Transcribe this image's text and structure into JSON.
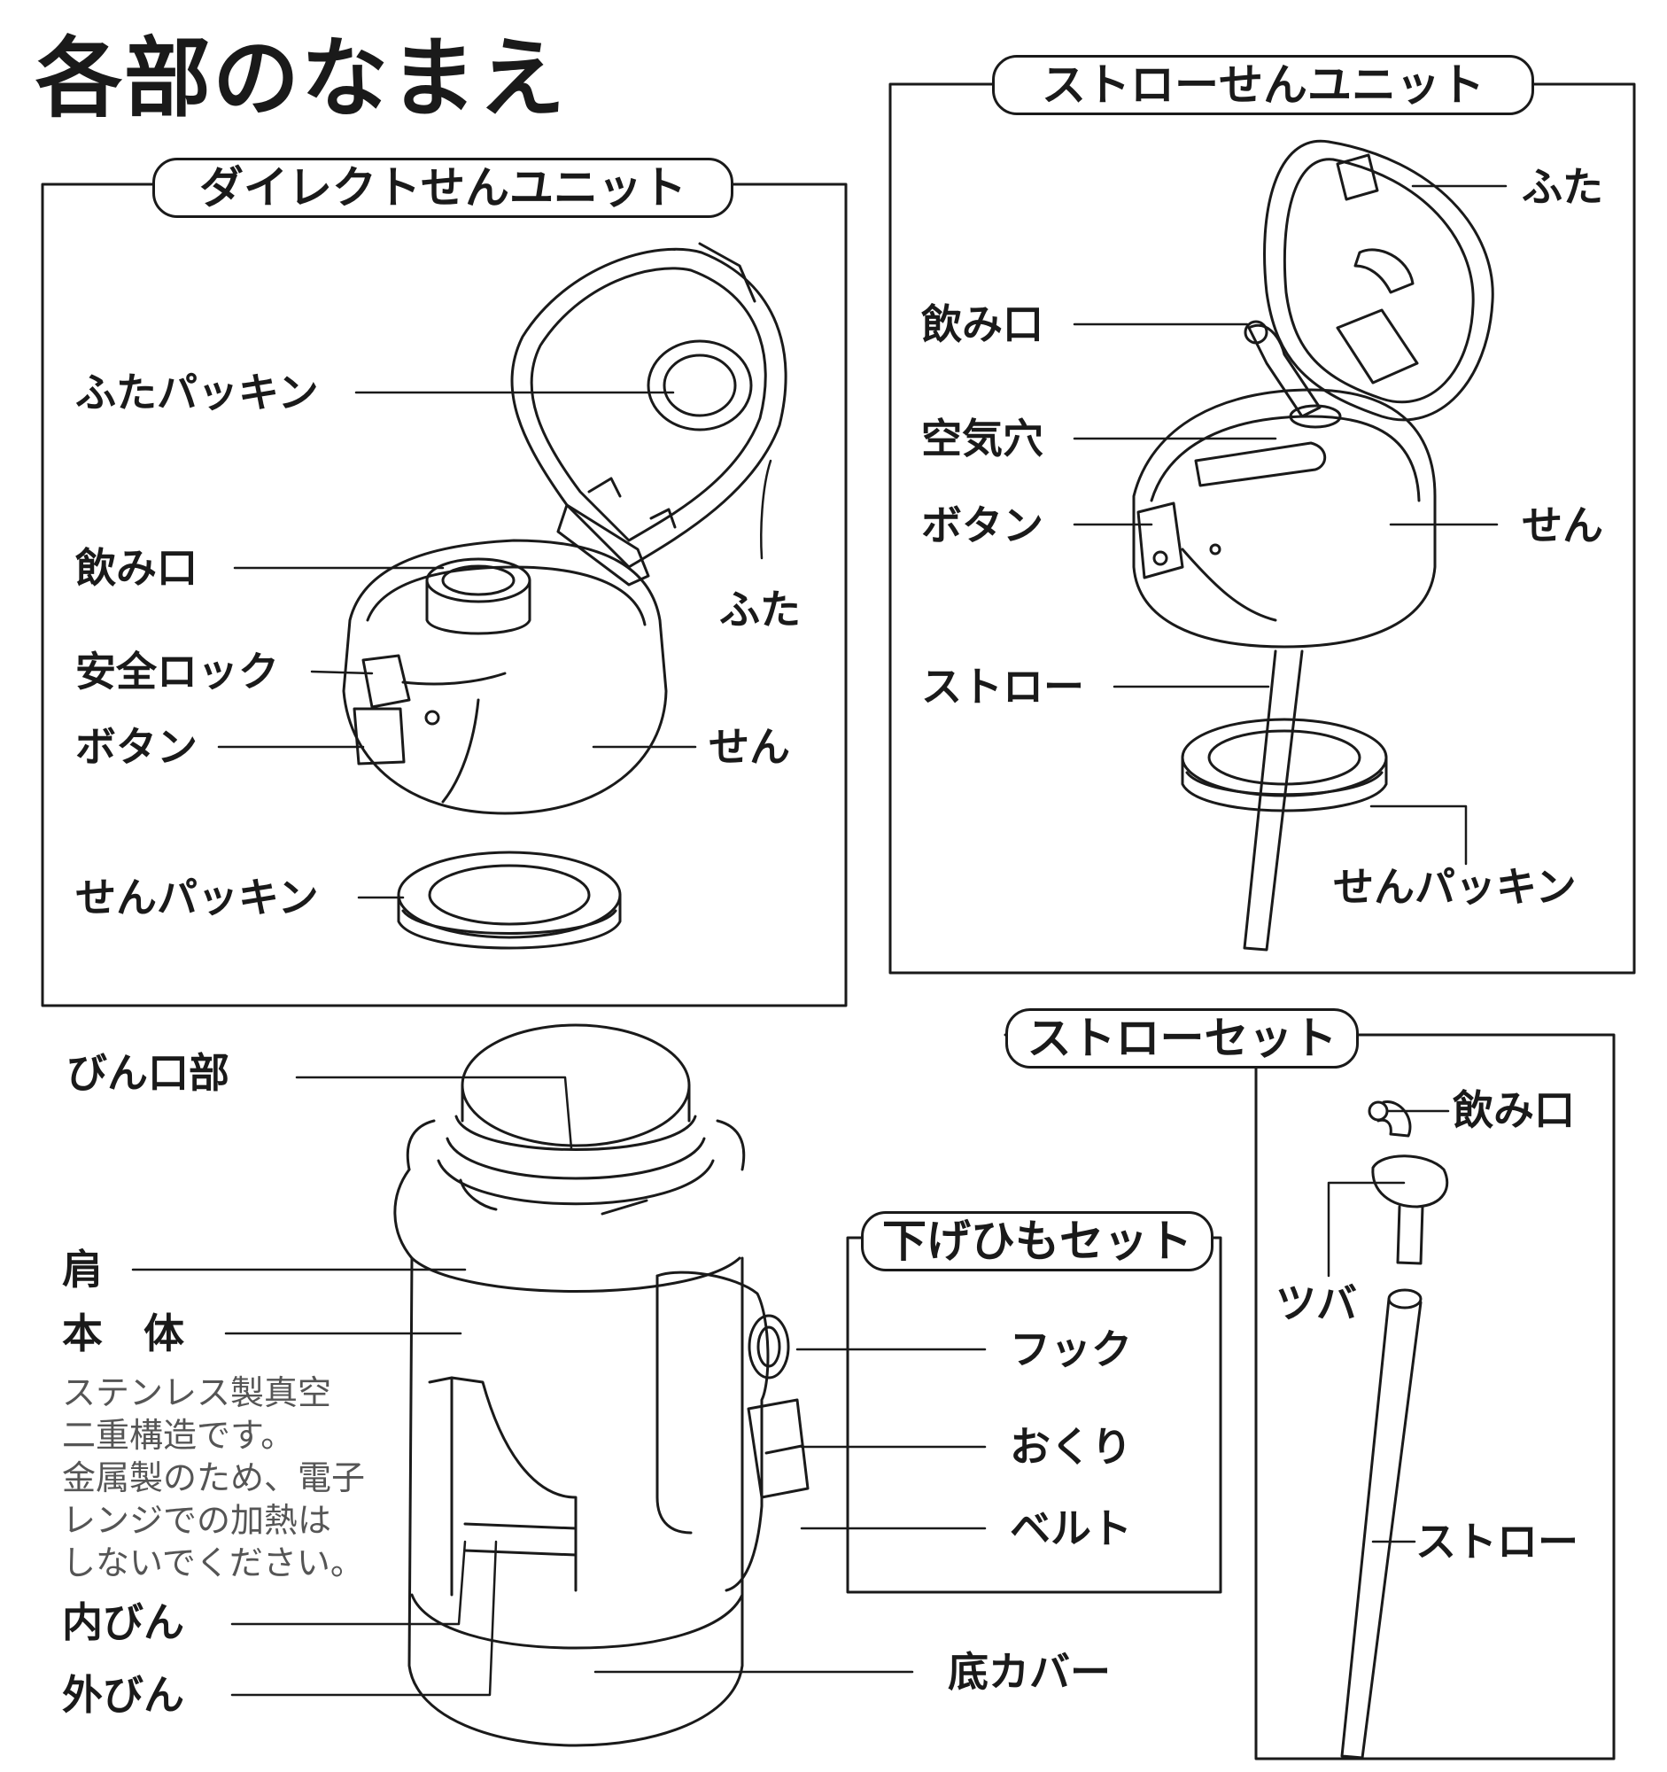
{
  "title": "各部のなまえ",
  "sections": {
    "direct_unit": "ダイレクトせんユニット",
    "straw_unit": "ストローせんユニット",
    "straw_set": "ストローセット",
    "strap_set": "下げひもセット"
  },
  "direct_unit_labels": {
    "lid_packing": "ふたパッキン",
    "lid": "ふた",
    "mouthpiece": "飲み口",
    "safety_lock": "安全ロック",
    "button": "ボタン",
    "stopper": "せん",
    "stopper_packing": "せんパッキン"
  },
  "straw_unit_labels": {
    "lid": "ふた",
    "mouthpiece": "飲み口",
    "air_hole": "空気穴",
    "button": "ボタン",
    "stopper": "せん",
    "straw": "ストロー",
    "stopper_packing": "せんパッキン"
  },
  "straw_set_labels": {
    "mouthpiece": "飲み口",
    "flange": "ツバ",
    "straw": "ストロー"
  },
  "strap_set_labels": {
    "hook": "フック",
    "buckle": "おくり",
    "belt": "ベルト"
  },
  "bottle_labels": {
    "bottle_mouth": "びん口部",
    "shoulder": "肩",
    "body": "本　体",
    "inner_bottle": "内びん",
    "outer_bottle": "外びん",
    "bottom_cover": "底カバー"
  },
  "body_note": [
    "ステンレス製真空",
    "二重構造です。",
    "金属製のため、電子",
    "レンジでの加熱は",
    "しないでください。"
  ]
}
